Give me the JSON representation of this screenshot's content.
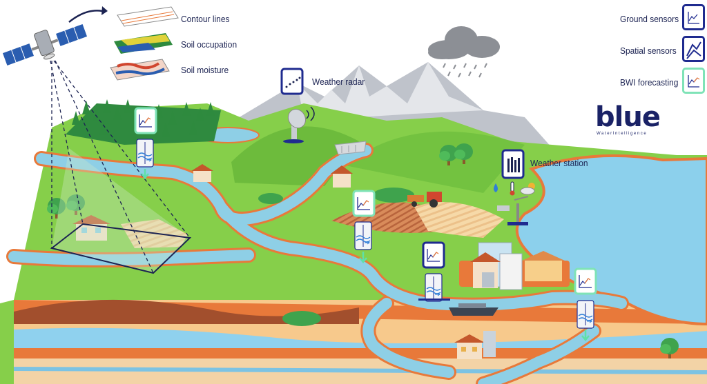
{
  "legend_top": {
    "contour_lines": "Contour lines",
    "soil_occupation": "Soil occupation",
    "soil_moisture": "Soil moisture"
  },
  "legend_right": {
    "ground_sensors": "Ground sensors",
    "spatial_sensors": "Spatial sensors",
    "bwi_forecasting": "BWI forecasting"
  },
  "labels": {
    "weather_radar": "Weather radar",
    "weather_station": "Weather station"
  },
  "logo": {
    "word": "blue",
    "tagline": "WaterIntelligence"
  },
  "colors": {
    "ground_sensor_border": "#1f2b8f",
    "bwi_border": "#7fe3b7",
    "river": "#8ecfe6",
    "grass": "#86cf4a",
    "soil_orange": "#e8793a",
    "lake": "#8cd0ec",
    "forest": "#2e8a3e",
    "mountain": "#b8bcc4"
  },
  "icons": [
    "satellite-icon",
    "weather-radar-icon",
    "rain-cloud-icon",
    "weather-station-icon",
    "tractor-icon",
    "boat-icon",
    "house-icon",
    "building-icon",
    "tree-icon",
    "dam-icon",
    "gauge-icon",
    "chart-icon",
    "water-drop-icon",
    "thermometer-icon",
    "sun-cloud-icon"
  ]
}
